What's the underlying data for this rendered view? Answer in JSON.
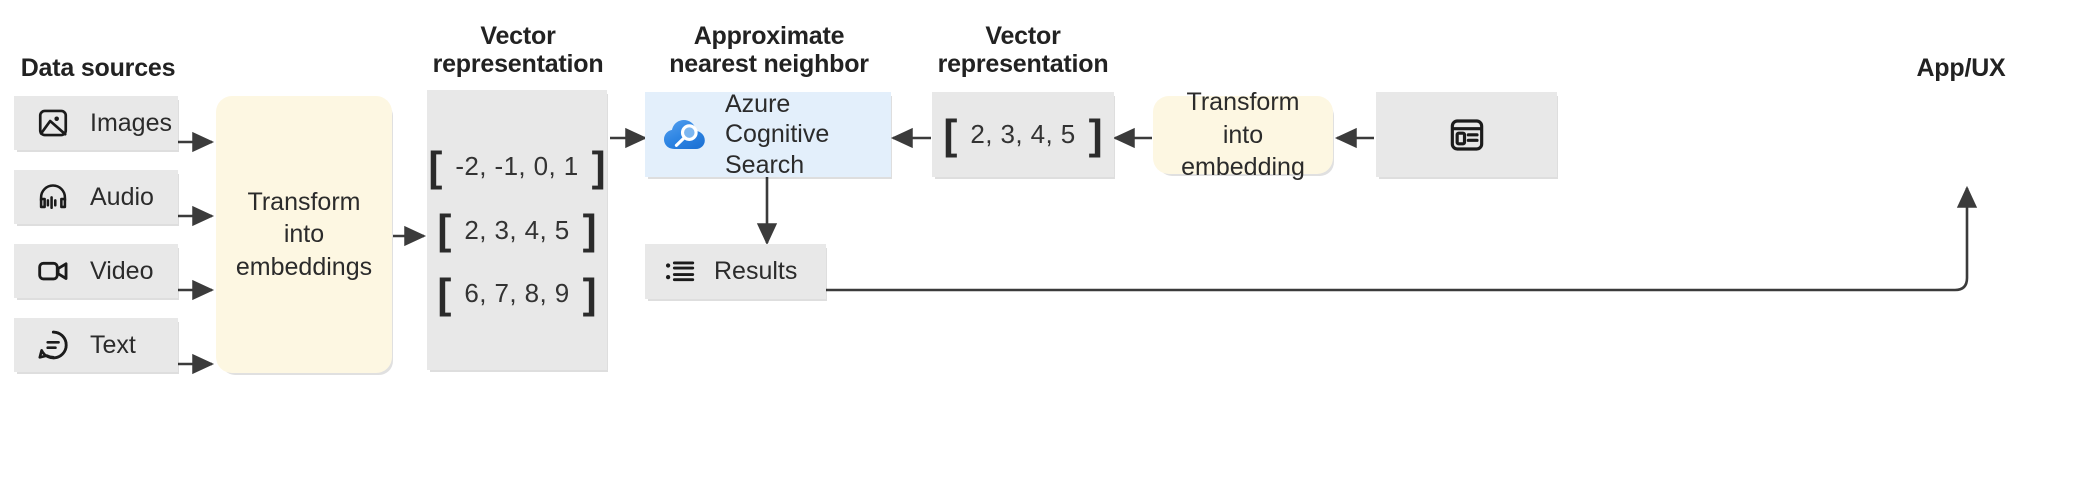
{
  "diagram": {
    "title_hidden": "",
    "colors": {
      "grey_node": "#e8e8e8",
      "cream_node": "#fdf7e2",
      "blue_node": "#e3effb",
      "azure_blue": "#2f8ae8",
      "connector": "#3b3b3b",
      "text": "#2b2b2b"
    },
    "headers": {
      "data_sources": "Data sources",
      "vector_representation_left": "Vector\nrepresentation",
      "approximate_nearest_neighbor": "Approximate\nnearest neighbor",
      "vector_representation_right": "Vector\nrepresentation",
      "app_ux": "App/UX"
    },
    "data_sources": [
      {
        "label": "Images",
        "icon": "image-icon"
      },
      {
        "label": "Audio",
        "icon": "headphones-icon"
      },
      {
        "label": "Video",
        "icon": "video-camera-icon"
      },
      {
        "label": "Text",
        "icon": "speech-bubble-text-icon"
      }
    ],
    "transform_left": {
      "label": "Transform into\nembeddings"
    },
    "vector_left": {
      "rows": [
        {
          "open": "[",
          "values": "-2, -1, 0, 1",
          "close": "]"
        },
        {
          "open": "[",
          "values": "2, 3, 4, 5",
          "close": "]"
        },
        {
          "open": "[",
          "values": "6, 7, 8, 9",
          "close": "]"
        }
      ]
    },
    "search_service": {
      "label": "Azure Cognitive\nSearch",
      "icon": "azure-search-cloud-icon"
    },
    "results": {
      "label": "Results",
      "icon": "bulleted-list-icon"
    },
    "vector_right": {
      "open": "[",
      "values": "2, 3, 4, 5",
      "close": "]"
    },
    "transform_right": {
      "label": "Transform into\nembedding"
    },
    "app_ux": {
      "icon": "app-window-icon"
    }
  }
}
